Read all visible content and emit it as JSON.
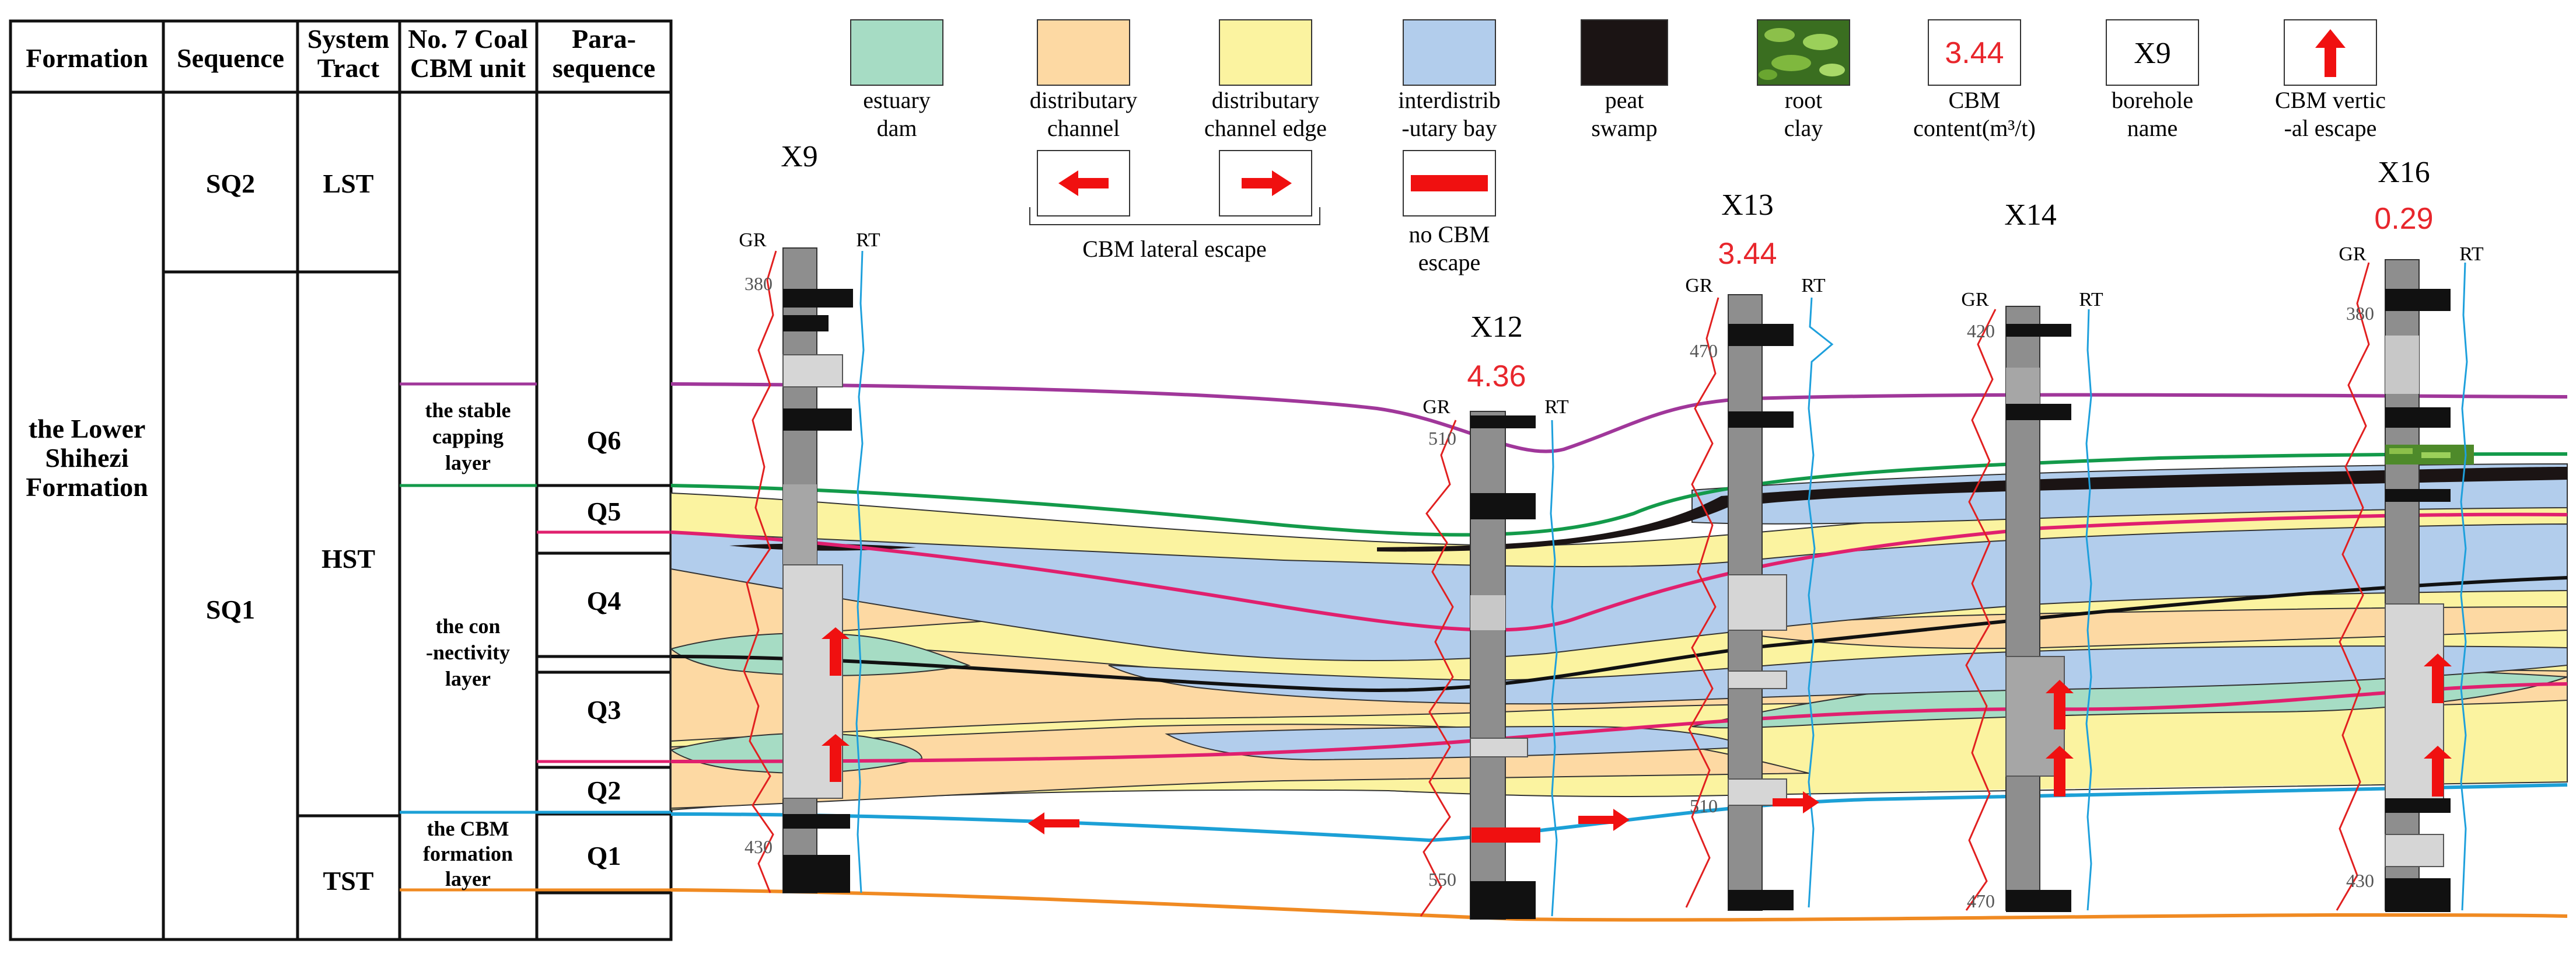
{
  "table": {
    "headers": {
      "formation": "Formation",
      "sequence": "Sequence",
      "system_tract_1": "System",
      "system_tract_2": "Tract",
      "unit_1": "No. 7 Coal",
      "unit_2": "CBM unit",
      "para_1": "Para-",
      "para_2": "sequence"
    },
    "formation_lines": [
      "the Lower",
      "Shihezi",
      "Formation"
    ],
    "sequences": [
      "SQ2",
      "SQ1"
    ],
    "system_tracts": [
      "LST",
      "HST",
      "TST"
    ],
    "units": {
      "capping": [
        "the stable",
        "capping",
        "layer"
      ],
      "connectivity": [
        "the con",
        "-nectivity",
        "layer"
      ],
      "formation": [
        "the CBM",
        "formation",
        "layer"
      ]
    },
    "parasequences": [
      "Q6",
      "Q5",
      "Q4",
      "Q3",
      "Q2",
      "Q1"
    ]
  },
  "legend": {
    "estuary_dam": [
      "estuary",
      "dam"
    ],
    "distributary_channel": [
      "distributary",
      "channel"
    ],
    "channel_edge": [
      "distributary",
      "channel edge"
    ],
    "interdistributary_bay": [
      "interdistrib",
      "-utary bay"
    ],
    "peat_swamp": [
      "peat",
      "swamp"
    ],
    "root_clay": [
      "root",
      "clay"
    ],
    "cbm_sample_value": "3.44",
    "cbm_content": [
      "CBM",
      "content(m³/t)"
    ],
    "borehole_sample": "X9",
    "borehole_name": [
      "borehole",
      "name"
    ],
    "vertical_escape": [
      "CBM vertic",
      "-al escape"
    ],
    "lateral_escape": "CBM lateral escape",
    "no_escape": [
      "no CBM",
      "escape"
    ]
  },
  "colors": {
    "estuary_dam": "#a6dcc4",
    "distributary_channel": "#fdd9a3",
    "channel_edge": "#fbf3a0",
    "interdistributary_bay": "#b2cdec",
    "peat_swamp": "#1b1414",
    "root_clay": "#4e8a2a",
    "cbm_red": "#e8262c",
    "arrow_red": "#f01010",
    "gr_curve": "#e12020",
    "rt_curve": "#1ea0dc",
    "boundary_purple": "#a0379a",
    "boundary_green": "#139a4a",
    "boundary_magenta": "#e0206e",
    "boundary_blue": "#1ca0d6",
    "boundary_orange": "#f08a22",
    "boundary_black": "#111111"
  },
  "boreholes": [
    {
      "name": "X9",
      "cbm": "",
      "gr": "GR",
      "rt": "RT",
      "depth_top": "380",
      "depth_bottom": "430"
    },
    {
      "name": "X12",
      "cbm": "4.36",
      "gr": "GR",
      "rt": "RT",
      "depth_top": "510",
      "depth_bottom": "550"
    },
    {
      "name": "X13",
      "cbm": "3.44",
      "gr": "GR",
      "rt": "RT",
      "depth_top": "470",
      "depth_bottom": "510"
    },
    {
      "name": "X14",
      "cbm": "",
      "gr": "GR",
      "rt": "RT",
      "depth_top": "420",
      "depth_bottom": "470"
    },
    {
      "name": "X16",
      "cbm": "0.29",
      "gr": "GR",
      "rt": "RT",
      "depth_top": "380",
      "depth_bottom": "430"
    }
  ]
}
